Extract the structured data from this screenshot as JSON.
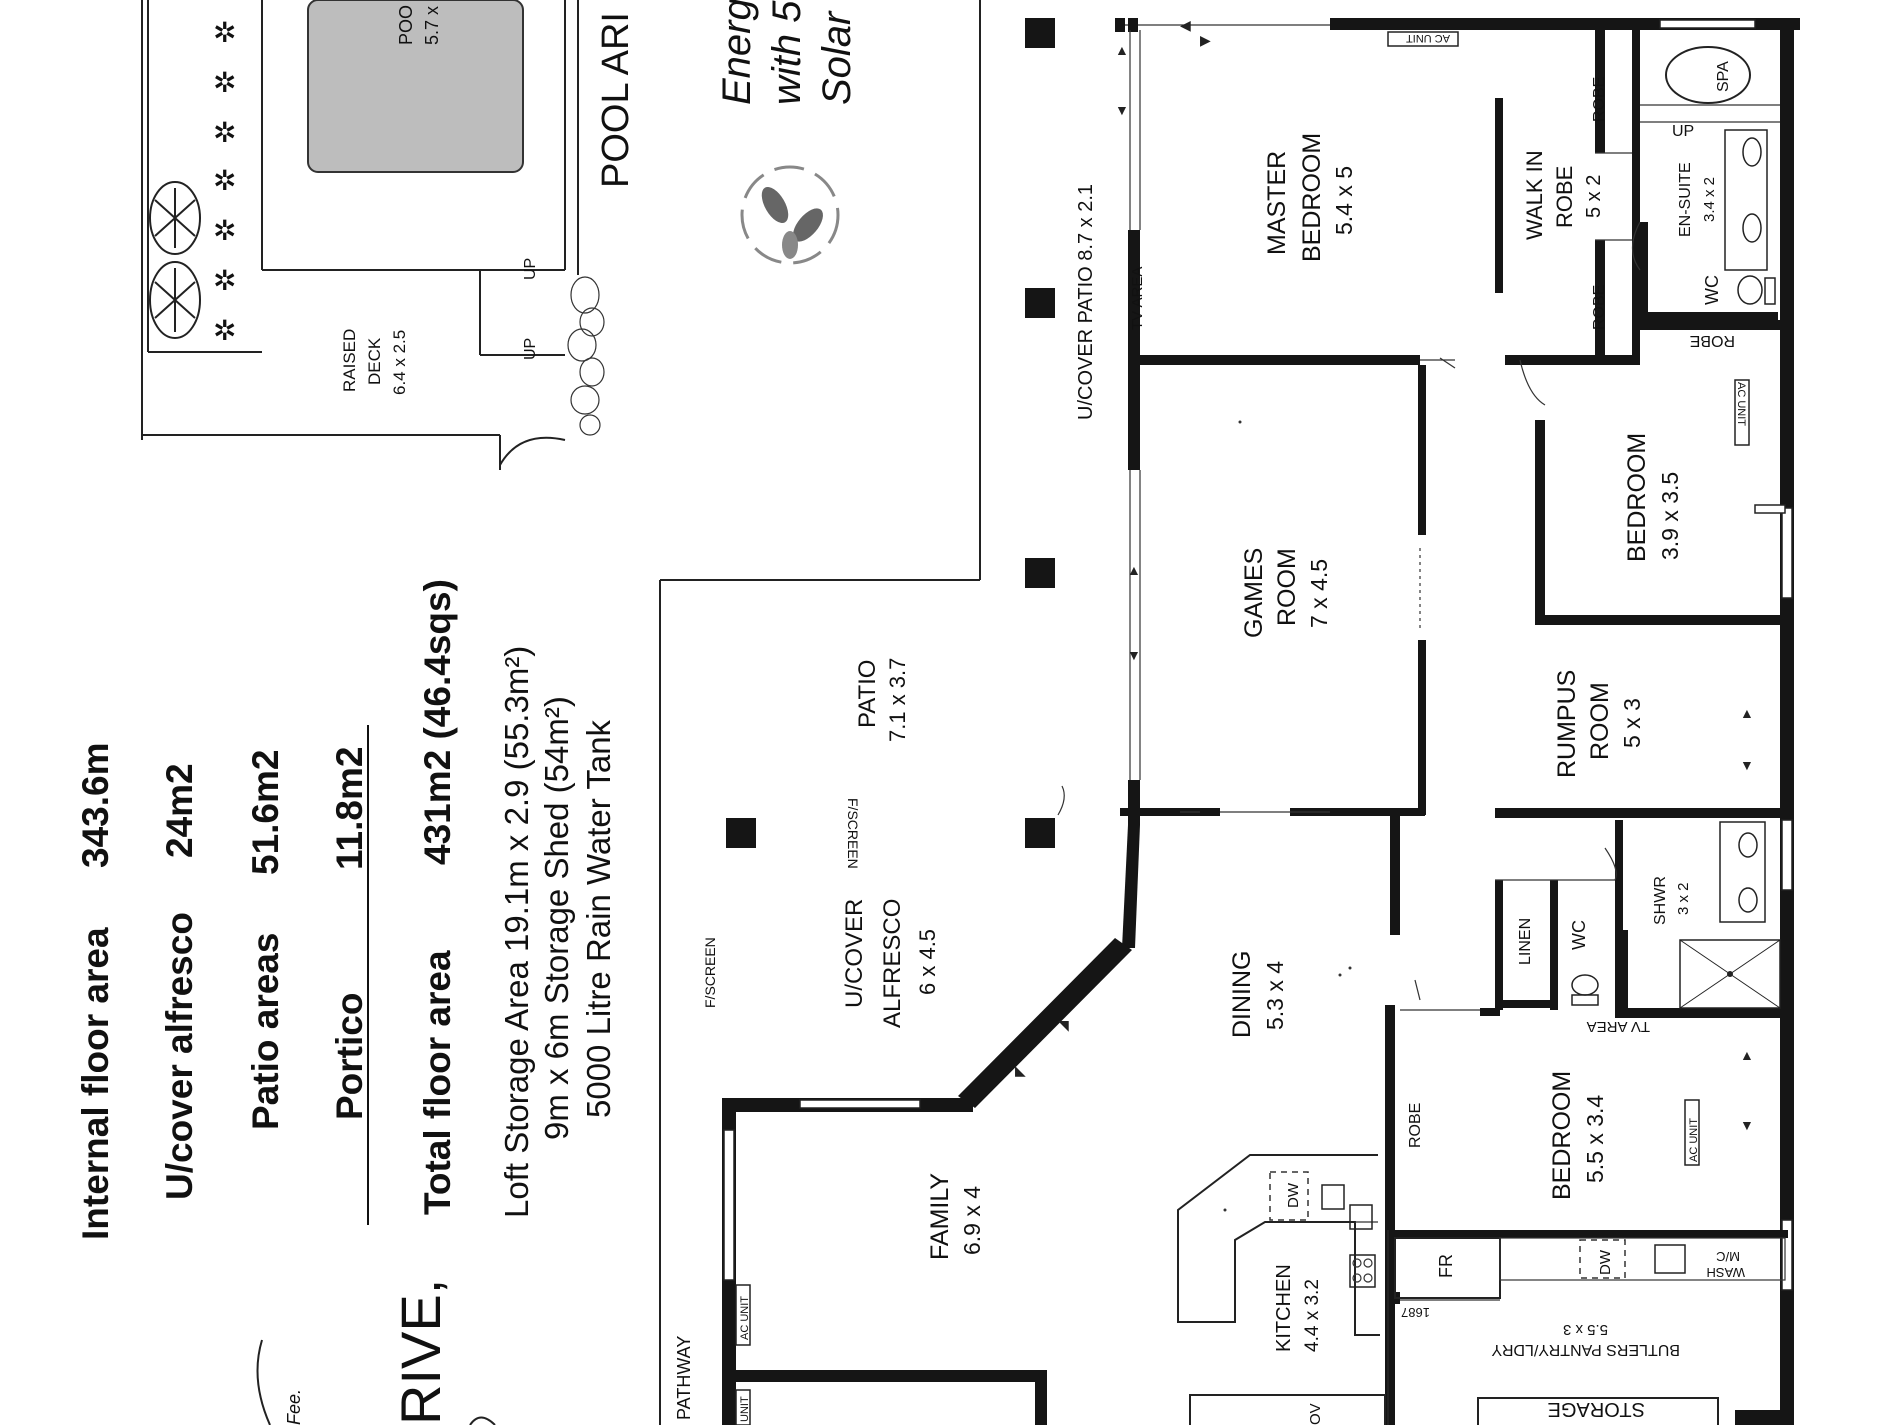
{
  "summary": {
    "internal_floor_area_label": "Internal floor area",
    "internal_floor_area_value": "343.6m",
    "alfresco_label": "U/cover alfresco",
    "alfresco_value": "24m2",
    "patio_label": "Patio areas",
    "patio_value": "51.6m2",
    "portico_label": "Portico",
    "portico_value": "11.8m2",
    "total_label": "Total floor area",
    "total_value": "431m2  (46.4sqs)",
    "loft": "Loft Storage Area 19.1m x 2.9 (55.3m²)",
    "shed": "9m x 6m Storage Shed (54m²)",
    "tank": "5000 Litre Rain Water Tank"
  },
  "energy": {
    "line1": "Energ",
    "line2": "with 5",
    "line3": "Solar"
  },
  "fragments": {
    "drive": "RIVE,",
    "fee": "Fee.",
    "pool_area": "POOL ARI",
    "pool_name": "POO",
    "pool_size": "5.7 x"
  },
  "rooms": {
    "raised_deck": {
      "name": "RAISED",
      "name2": "DECK",
      "size": "6.4 x 2.5"
    },
    "master": {
      "name": "MASTER",
      "name2": "BEDROOM",
      "size": "5.4 x 5"
    },
    "walkin": {
      "name": "WALK IN",
      "name2": "ROBE",
      "size": "5 x 2"
    },
    "ensuite": {
      "name": "EN-SUITE",
      "size": "3.4 x 2"
    },
    "spa": "SPA",
    "up": "UP",
    "wc": "WC",
    "robe": "ROBE",
    "bedroom_label": "BEDROOM",
    "bedroom2_size": "3.9 x 3.5",
    "games": {
      "name": "GAMES",
      "name2": "ROOM",
      "size": "7 x 4.5"
    },
    "rumpus": {
      "name": "RUMPUS",
      "name2": "ROOM",
      "size": "5 x 3"
    },
    "shwr": {
      "name": "SHWR",
      "size": "3 x 2"
    },
    "linen": "LINEN",
    "tv_area": "TV AREA",
    "bedroom3_size": "5.5 x 3.4",
    "dining": {
      "name": "DINING",
      "size": "5.3 x 4"
    },
    "patio": {
      "name": "PATIO",
      "size": "7.1 x 3.7"
    },
    "fscreen": "F/SCREEN",
    "alfresco": {
      "name": "U/COVER",
      "name2": "ALFRESCO",
      "size": "6 x 4.5"
    },
    "ucover_patio": "U/COVER PATIO 8.7 x 2.1",
    "family": {
      "name": "FAMILY",
      "size": "6.9 x 4"
    },
    "pathway": "PATHWAY",
    "kitchen": {
      "name": "KITCHEN",
      "size": "4.4 x 3.2"
    },
    "dw": "DW",
    "fr": "FR",
    "fr_dim": "1687",
    "wash": "WASH",
    "mc": "M/C",
    "butlers": "BUTLERS PANTRY/LDRY",
    "butlers_size": "5.5 x 3",
    "storage": "STORAGE",
    "ov": "OV",
    "ac_unit": "AC UNIT",
    "unit_fragment": "UNIT"
  }
}
